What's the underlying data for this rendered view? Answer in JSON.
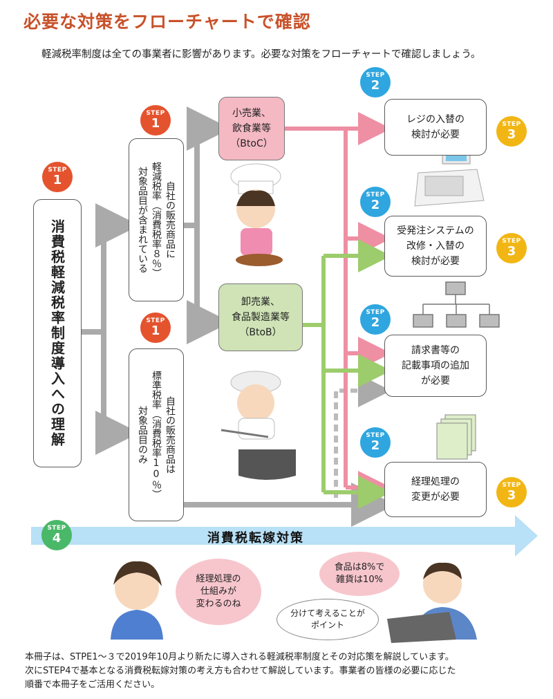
{
  "title": "必要な対策をフローチャートで確認",
  "intro": "軽減税率制度は全ての事業者に影響があります。必要な対策をフローチャートで確認しましょう。",
  "step_label": "STEP",
  "main_box": "消費税軽減税率制度導入への理解",
  "step1_upper": [
    "自社の販売商品に",
    "軽減税率（消費税率８％）",
    "対象品目が含まれている"
  ],
  "step1_lower": [
    "自社の販売商品は",
    "標準税率（消費税率10％）",
    "対象品目のみ"
  ],
  "retail": [
    "小売業、",
    "飲食業等",
    "（BtoC）"
  ],
  "wholesale": [
    "卸売業、",
    "食品製造業等",
    "（BtoB）"
  ],
  "outcomes": {
    "register": [
      "レジの入替の",
      "検討が必要"
    ],
    "ordering": [
      "受発注システムの",
      "改修・入替の",
      "検討が必要"
    ],
    "invoice": [
      "請求書等の",
      "記載事項の追加",
      "が必要"
    ],
    "accounting": [
      "経理処理の",
      "変更が必要"
    ]
  },
  "step_numbers": {
    "s1": "1",
    "s2": "2",
    "s3": "3",
    "s4": "4"
  },
  "arrow_label": "消費税転嫁対策",
  "bubble_woman": [
    "経理処理の",
    "仕組みが",
    "変わるのね"
  ],
  "bubble_man": [
    "食品は8%で",
    "雑貨は10%"
  ],
  "bubble_thought": [
    "分けて考えることが",
    "ポイント"
  ],
  "footer": [
    "本冊子は、STPE1～３で2019年10月より新たに導入される軽減税率制度とその対応策を解説しています。",
    "次にSTEP4で基本となる消費税転嫁対策の考え方も合わせて解説しています。事業者の皆様の必要に応じた",
    "順番で本冊子をご活用ください。"
  ],
  "colors": {
    "title": "#c8512a",
    "pink_line": "#ee8fa3",
    "green_line": "#9dcc6c",
    "gray_line": "#aaaaaa",
    "step_red": "#e4532e",
    "step_blue": "#2fa6df",
    "step_yellow": "#f2b614",
    "arrow_band": "#b8e0f6"
  }
}
